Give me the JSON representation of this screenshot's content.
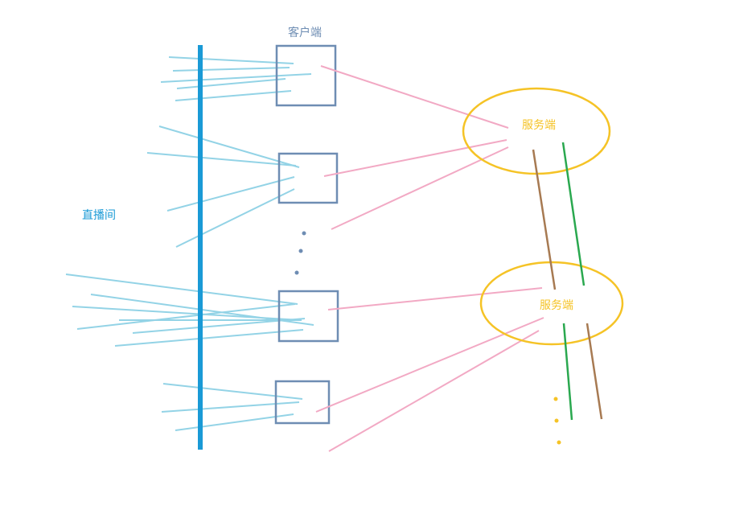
{
  "labels": {
    "client": "客户端",
    "live_room": "直播间",
    "server_1": "服务端",
    "server_2": "服务端"
  },
  "colors": {
    "live_room_line": "#1a9ad6",
    "viewer_lines": "#93d3e6",
    "client_box": "#6e8db3",
    "client_label": "#6e8db3",
    "live_room_label": "#1a9ad6",
    "server_ellipse": "#f5c326",
    "server_label": "#f5c326",
    "client_server_lines": "#f2a9c4",
    "server_link_brown": "#a77a52",
    "server_link_green": "#2aa84f",
    "ellipsis_dots_client": "#6e8db3",
    "ellipsis_dots_server": "#f5c326"
  }
}
